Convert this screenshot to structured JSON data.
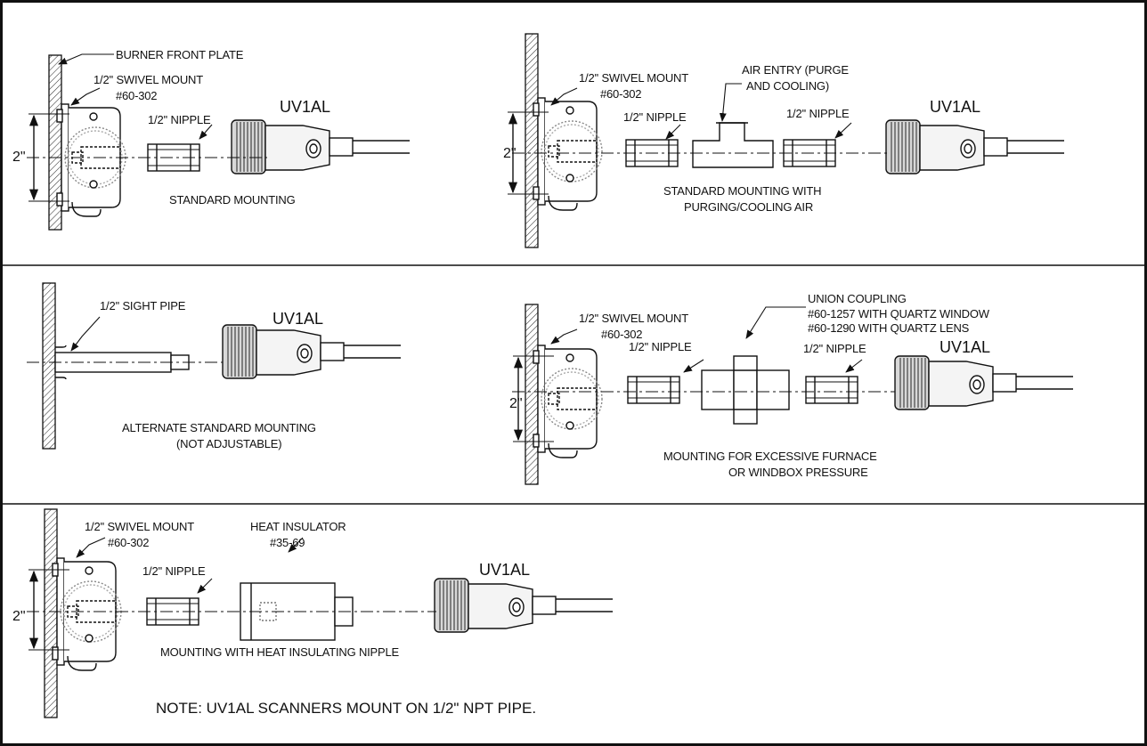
{
  "colors": {
    "line": "#111111",
    "hatch": "#333333",
    "background": "#ffffff"
  },
  "panels": {
    "standard": {
      "plate_label": "BURNER FRONT PLATE",
      "mount_label": [
        "1/2'' SWIVEL MOUNT",
        "#60-302"
      ],
      "nipple_label": "1/2'' NIPPLE",
      "scanner_label": "UV1AL",
      "dimension": "2\"",
      "caption": [
        "STANDARD MOUNTING"
      ]
    },
    "purge": {
      "mount_label": [
        "1/2'' SWIVEL MOUNT",
        "#60-302"
      ],
      "tee_label": [
        "AIR ENTRY (PURGE",
        "AND COOLING)"
      ],
      "nipple_left_label": "1/2'' NIPPLE",
      "nipple_right_label": "1/2'' NIPPLE",
      "scanner_label": "UV1AL",
      "dimension": "2\"",
      "caption": [
        "STANDARD MOUNTING WITH",
        "PURGING/COOLING AIR"
      ]
    },
    "sight_pipe": {
      "pipe_label": "1/2'' SIGHT PIPE",
      "scanner_label": "UV1AL",
      "caption": [
        "ALTERNATE STANDARD MOUNTING",
        "(NOT ADJUSTABLE)"
      ]
    },
    "union": {
      "mount_label": [
        "1/2'' SWIVEL MOUNT",
        "#60-302"
      ],
      "union_label": [
        "UNION COUPLING",
        "#60-1257 WITH QUARTZ WINDOW",
        "#60-1290 WITH QUARTZ LENS"
      ],
      "nipple_left_label": "1/2'' NIPPLE",
      "nipple_right_label": "1/2'' NIPPLE",
      "scanner_label": "UV1AL",
      "dimension": "2\"",
      "caption": [
        "MOUNTING FOR EXCESSIVE FURNACE",
        "OR WINDBOX PRESSURE"
      ]
    },
    "heat": {
      "mount_label": [
        "1/2'' SWIVEL MOUNT",
        "#60-302"
      ],
      "insulator_label": [
        "HEAT INSULATOR",
        "#35-69"
      ],
      "nipple_label": "1/2'' NIPPLE",
      "scanner_label": "UV1AL",
      "dimension": "2\"",
      "caption": [
        "MOUNTING WITH HEAT INSULATING NIPPLE"
      ]
    }
  },
  "note": "NOTE: UV1AL SCANNERS MOUNT ON 1/2\" NPT PIPE."
}
